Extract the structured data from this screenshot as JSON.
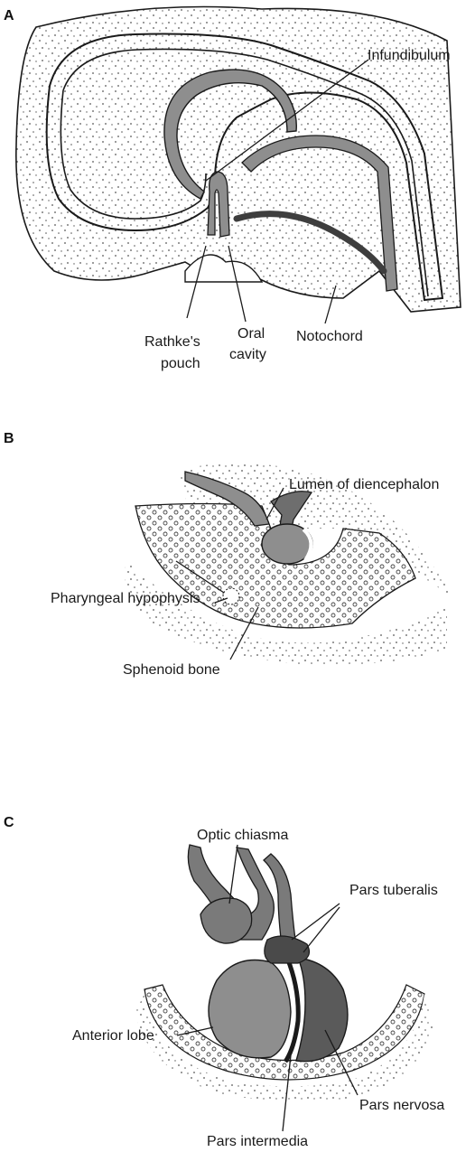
{
  "panels": [
    {
      "letter": "A",
      "labels": {
        "infundibulum": "Infundibulum",
        "rathkes_pouch_1": "Rathke's",
        "rathkes_pouch_2": "pouch",
        "oral_cavity_1": "Oral",
        "oral_cavity_2": "cavity",
        "notochord": "Notochord"
      }
    },
    {
      "letter": "B",
      "labels": {
        "lumen": "Lumen of diencephalon",
        "pharyngeal_hypophysis": "Pharyngeal hypophysis",
        "sphenoid_bone": "Sphenoid bone"
      }
    },
    {
      "letter": "C",
      "labels": {
        "optic_chiasma": "Optic chiasma",
        "pars_tuberalis": "Pars tuberalis",
        "anterior_lobe": "Anterior lobe",
        "pars_nervosa": "Pars nervosa",
        "pars_intermedia": "Pars intermedia"
      }
    }
  ],
  "colors": {
    "ink": "#1a1a1a",
    "tissue_gray": "#8e8e8e",
    "dark_tissue": "#5a5a5a",
    "stipple": "#555555"
  }
}
